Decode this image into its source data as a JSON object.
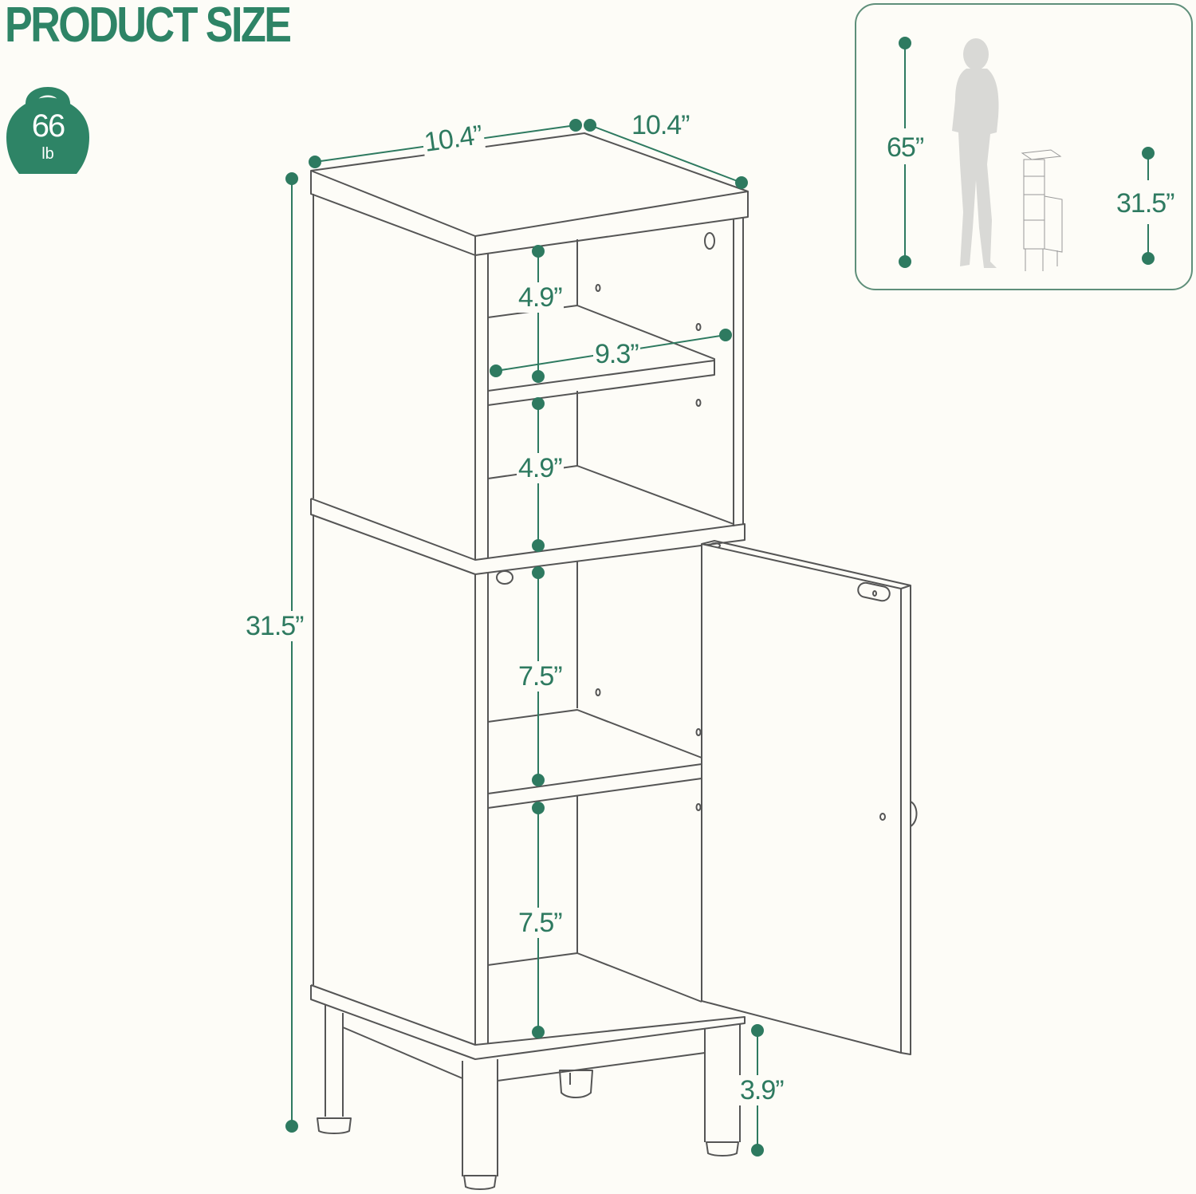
{
  "header": {
    "title": "PRODUCT SIZE"
  },
  "weight_badge": {
    "value": "66",
    "unit": "lb",
    "icon": "kettlebell-icon"
  },
  "colors": {
    "accent": "#2e8466",
    "dimension": "#2e7a60",
    "line": "#555555",
    "background": "#fdfcf7",
    "silhouette": "#d9d9d6"
  },
  "dimensions": {
    "top_width": "10.4”",
    "top_depth": "10.4”",
    "total_height": "31.5”",
    "upper_shelf_1": "4.9”",
    "upper_shelf_2": "4.9”",
    "shelf_width": "9.3”",
    "lower_shelf_1": "7.5”",
    "lower_shelf_2": "7.5”",
    "leg_height": "3.9”"
  },
  "comparison": {
    "person_height": "65”",
    "cabinet_height": "31.5”"
  }
}
